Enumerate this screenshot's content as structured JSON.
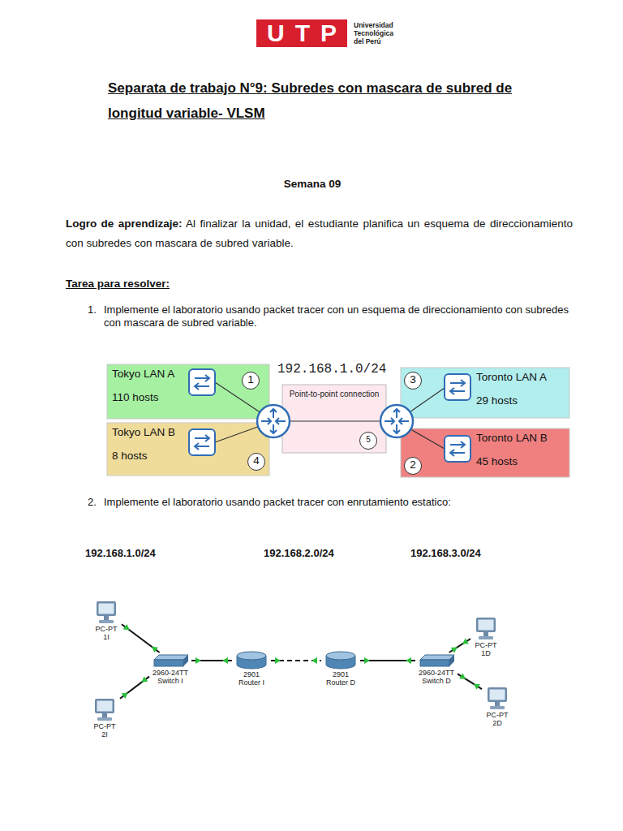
{
  "diagram": {
    "title": "Separata de trabajo N°9: Subredes con mascara de subred de longitud variable- VLSM",
    "nodes": [
      {
        "text": [
          "Tokyo LAN A",
          "110 hosts"
        ]
      },
      {
        "text": [
          "1"
        ],
        "in": 0
      },
      {
        "text": [
          "Point-to-point connection"
        ]
      },
      {
        "text": [
          "5"
        ],
        "in": 2
      },
      {
        "text": [
          "Toronto LAN A",
          "29 hosts"
        ]
      },
      {
        "text": [
          "3"
        ],
        "in": 4
      },
      {
        "text": [
          "Tokyo LAN B",
          "8 hosts"
        ]
      },
      {
        "text": [
          "4"
        ],
        "in": 6
      },
      {
        "text": [
          "Toronto LAN B",
          "45 hosts"
        ]
      },
      {
        "text": [
          "2"
        ],
        "in": 8
      },
      {
        "text": [
          "PC-PT 1I"
        ]
      },
      {
        "text": [
          "PC-PT 2I"
        ]
      },
      {
        "text": [
          "2960-24TT Switch I"
        ]
      },
      {
        "text": [
          "2901 Router I"
        ]
      },
      {
        "text": [
          "2901 Router D"
        ]
      },
      {
        "text": [
          "2960-24TT Switch D"
        ]
      },
      {
        "text": [
          "PC-PT 1D"
        ]
      },
      {
        "text": [
          "PC-PT 2D"
        ]
      }
    ],
    "edges": [
      {
        "from": 10,
        "to": 12,
        "arrow": "none"
      },
      {
        "from": 11,
        "to": 12,
        "arrow": "none"
      },
      {
        "from": 12,
        "to": 13,
        "arrow": "none"
      },
      {
        "from": 13,
        "to": 14,
        "arrow": "none"
      },
      {
        "from": 14,
        "to": 15,
        "arrow": "none"
      },
      {
        "from": 15,
        "to": 16,
        "arrow": "none"
      },
      {
        "from": 15,
        "to": 17,
        "arrow": "none"
      }
    ],
    "labels": [
      "UTP",
      "Universidad Tecnológica del Perú",
      "Semana 09",
      "Logro de aprendizaje:",
      "Al finalizar la unidad, el estudiante planifica un esquema de direccionamiento con subredes con mascara de subred variable.",
      "Tarea para resolver:",
      "1.",
      "Implemente el laboratorio usando packet tracer con un esquema de direccionamiento con subredes con mascara de subred variable.",
      "192.168.1.0/24",
      "2.",
      "Implemente el laboratorio usando packet tracer con enrutamiento estatico:",
      "192.168.1.0/24",
      "192.168.2.0/24",
      "192.168.3.0/24"
    ]
  }
}
